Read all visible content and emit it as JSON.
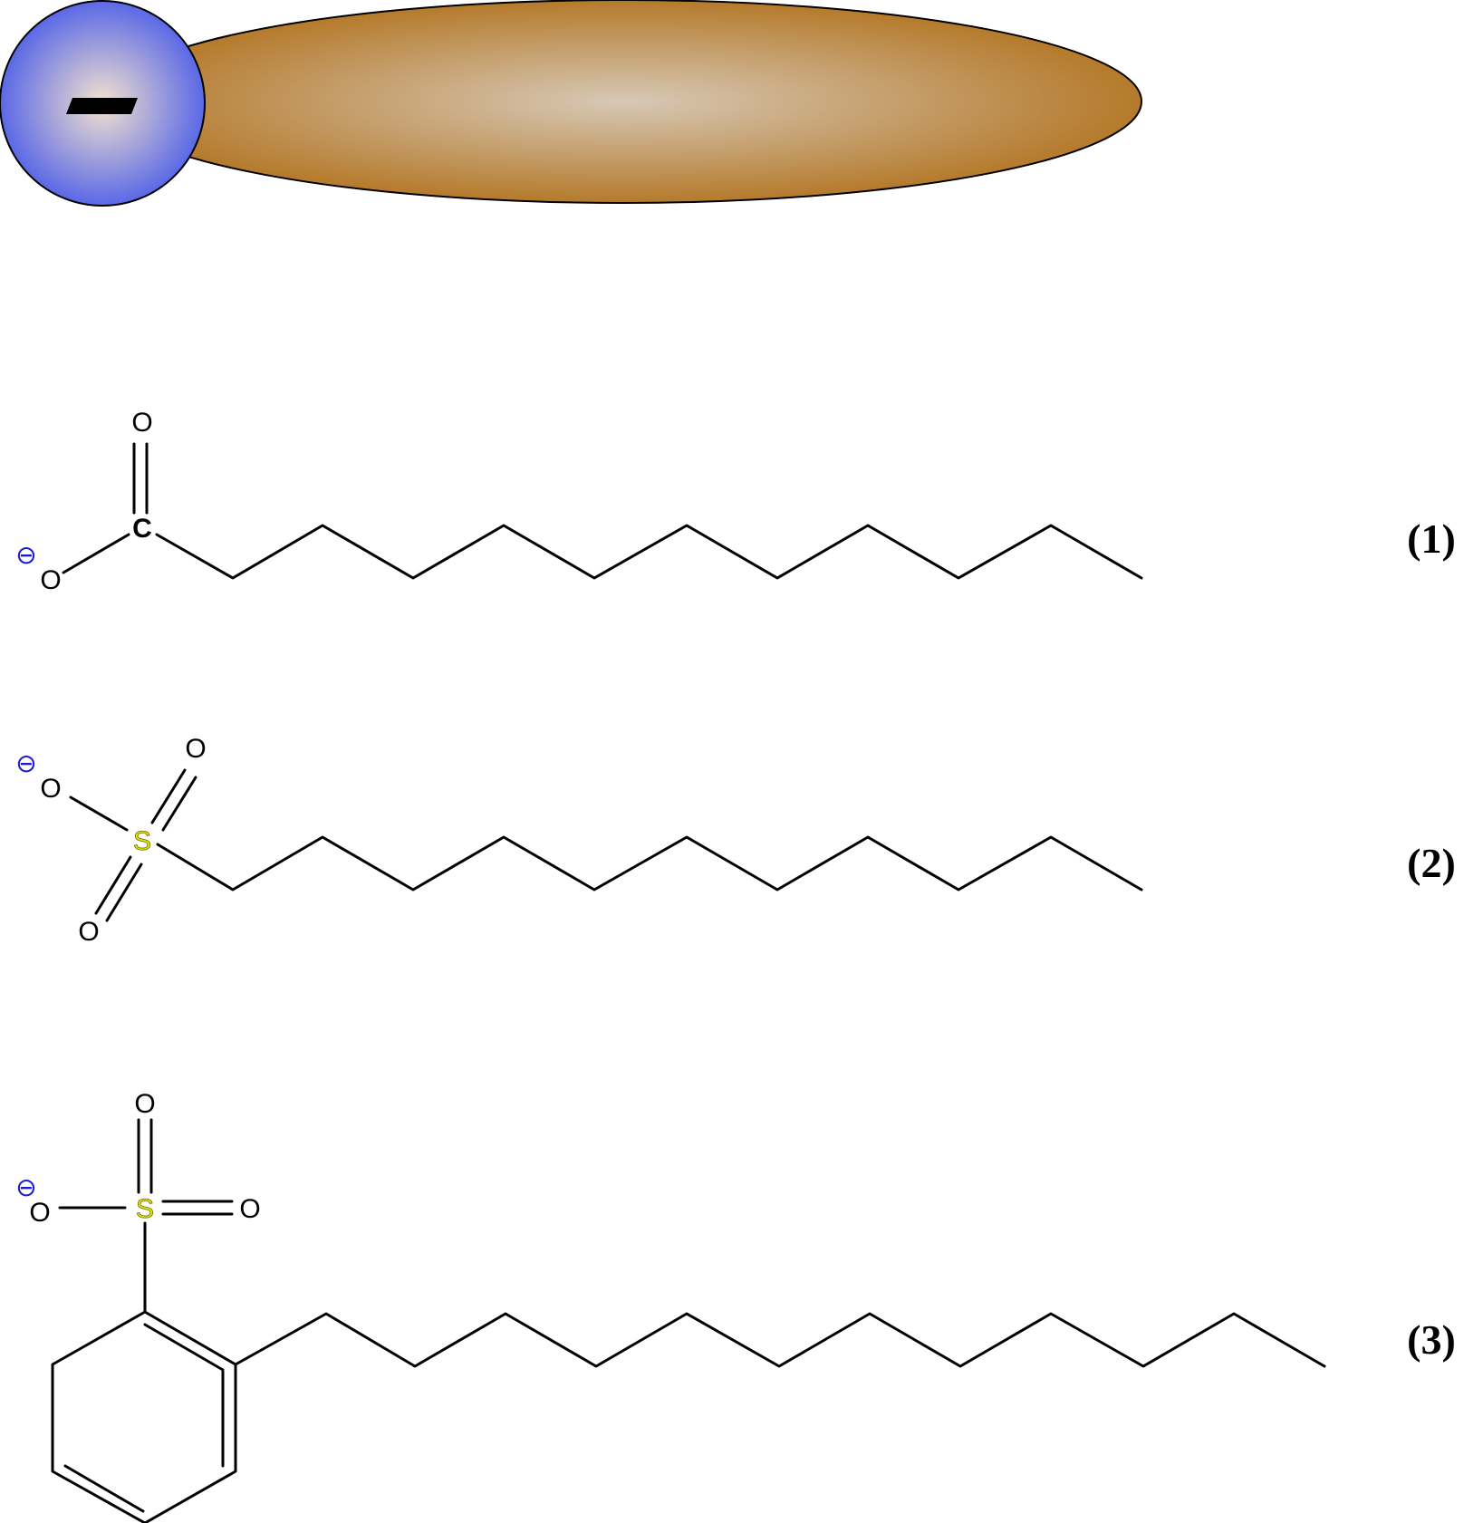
{
  "surfactant_model": {
    "head_charge_symbol": "-",
    "colors": {
      "head_edge": "#5a68e6",
      "head_center": "#f3e2cf",
      "tail_edge": "#b57a2b",
      "tail_center": "#d7c8b6",
      "outline": "#000000"
    }
  },
  "atom_colors": {
    "oxygen": "#000000",
    "carbon": "#000000",
    "sulfur": "#e3e600",
    "sulfur_outline": "#6b6b00",
    "charge": "#1a1ad6"
  },
  "compounds": [
    {
      "label": "(1)",
      "head_group": "carboxylate",
      "atoms": {
        "o_double": "O",
        "c": "C",
        "o_single": "O",
        "charge": "⊖"
      }
    },
    {
      "label": "(2)",
      "head_group": "sulfonate",
      "atoms": {
        "o_top": "O",
        "s": "S",
        "o_single": "O",
        "o_bottom": "O",
        "charge": "⊖"
      }
    },
    {
      "label": "(3)",
      "head_group": "benzenesulfonate",
      "atoms": {
        "o_top": "O",
        "s": "S",
        "o_right": "O",
        "o_single": "O",
        "charge": "⊖"
      }
    }
  ]
}
